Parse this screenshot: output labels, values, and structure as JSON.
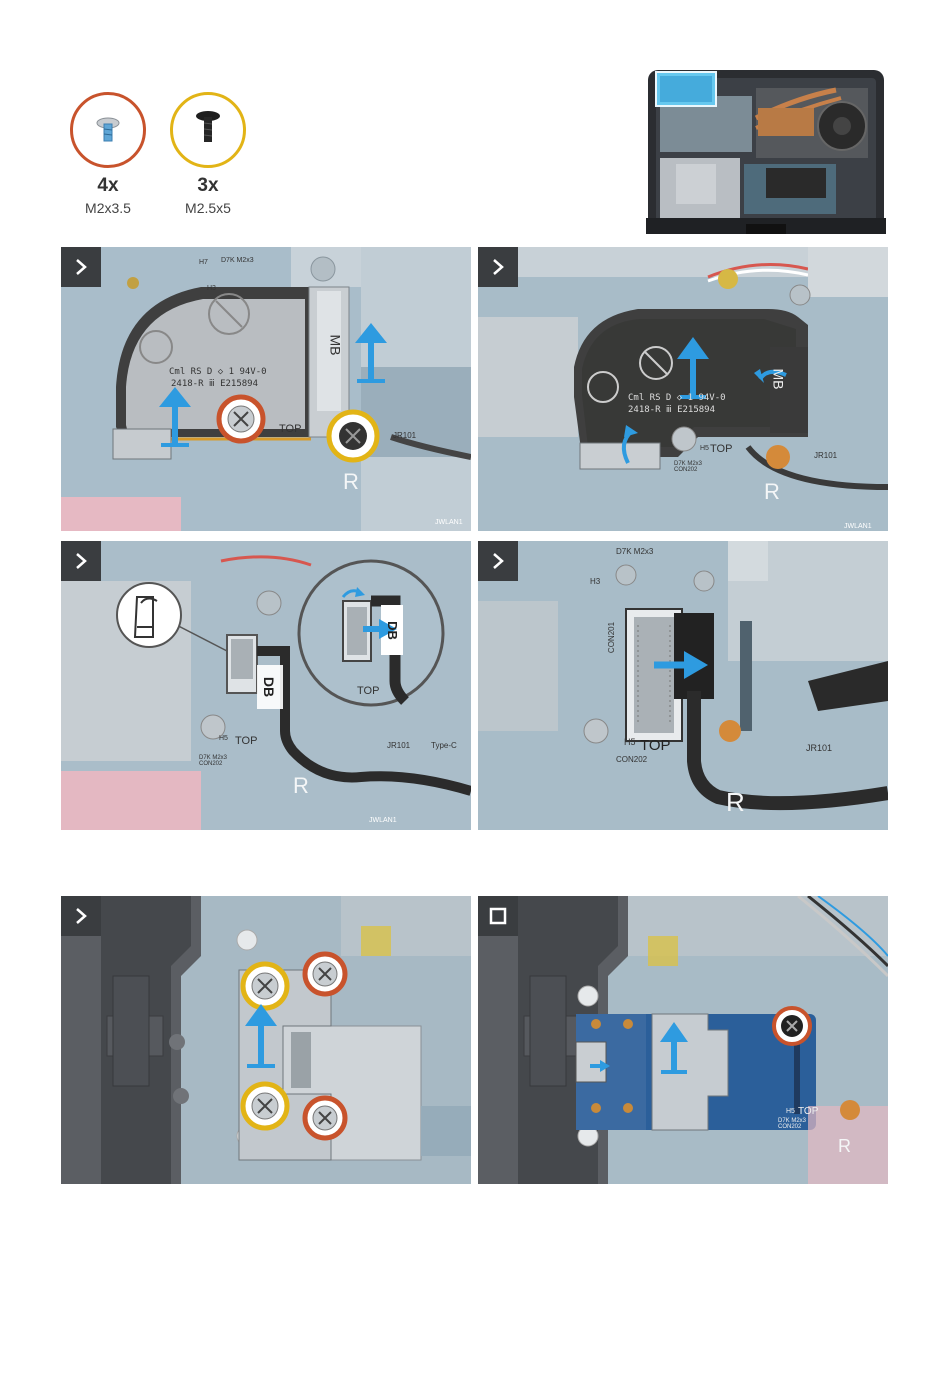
{
  "screws": [
    {
      "count": "4x",
      "size": "M2x3.5",
      "ring_color": "#c8532c",
      "icon": "silver-screw-icon"
    },
    {
      "count": "3x",
      "size": "M2.5x5",
      "ring_color": "#e2b416",
      "icon": "black-screw-icon"
    }
  ],
  "colors": {
    "arrow": "#2e9be0",
    "step_tag": "#3a3d40",
    "board": "#8fa9ba",
    "shield": "#c9cdd1",
    "chassis": "#4a4d52"
  },
  "panel_labels": {
    "p1": {
      "mb": "MB",
      "top": "TOP",
      "r": "R",
      "jwlan": "JWLAN1",
      "jr": "JR101",
      "cert1": "Cml  RS D ◇ 1 94V-0",
      "cert2": "2418-R ⅲ E215894",
      "h7": "H7",
      "d7k": "D7K M2x3",
      "h3": "H3"
    },
    "p2": {
      "mb": "MB",
      "top": "TOP",
      "r": "R",
      "jwlan": "JWLAN1",
      "jr": "JR101",
      "cert1": "Cml  RS D ◇ 1 94V-0",
      "cert2": "2418-R ⅲ E215894",
      "h5": "H5",
      "con": "D7K M2x3 CON202"
    },
    "p3": {
      "db": "DB",
      "top": "TOP",
      "r": "R",
      "jwlan": "JWLAN1",
      "jr": "JR101",
      "type_c": "Type-C",
      "h5": "H5",
      "con": "D7K M2x3 CON202",
      "zoom_db": "DB",
      "zoom_top": "TOP"
    },
    "p4": {
      "d7k": "D7K M2x3",
      "h3": "H3",
      "top": "TOP",
      "h5": "H5",
      "r": "R",
      "jr": "JR101",
      "con": "CON202",
      "con_v": "CON201"
    },
    "p6": {
      "top": "TOP",
      "h5": "H5",
      "r": "R",
      "con": "D7K M2x3 CON202"
    }
  },
  "step_icons": [
    "chevron-right-icon",
    "chevron-right-icon",
    "chevron-right-icon",
    "chevron-right-icon",
    "chevron-right-icon",
    "stop-square-icon"
  ]
}
